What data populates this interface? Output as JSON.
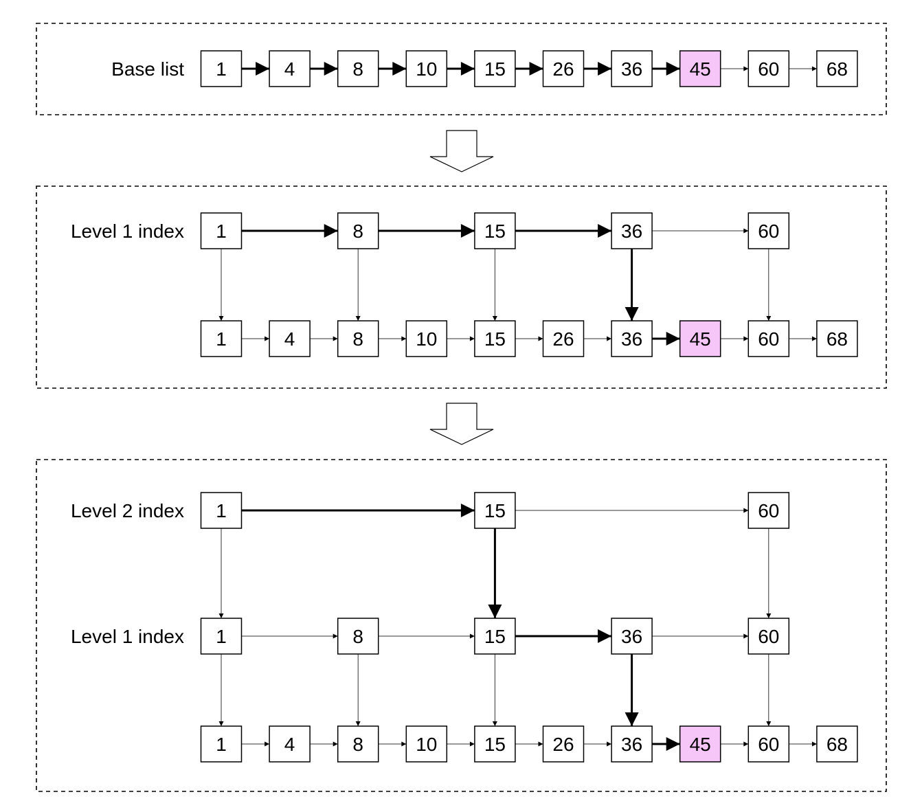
{
  "highlight_color": "#f5c6f7",
  "base_values": [
    "1",
    "4",
    "8",
    "10",
    "15",
    "26",
    "36",
    "45",
    "60",
    "68"
  ],
  "highlight_value": "45",
  "panels": [
    {
      "rows": [
        {
          "label": "Base list",
          "level": "base",
          "values": [
            "1",
            "4",
            "8",
            "10",
            "15",
            "26",
            "36",
            "45",
            "60",
            "68"
          ],
          "bold_edges": [
            [
              "1",
              "4"
            ],
            [
              "4",
              "8"
            ],
            [
              "8",
              "10"
            ],
            [
              "10",
              "15"
            ],
            [
              "15",
              "26"
            ],
            [
              "26",
              "36"
            ],
            [
              "36",
              "45"
            ]
          ]
        }
      ],
      "bold_down": []
    },
    {
      "rows": [
        {
          "label": "Level 1 index",
          "level": "l1",
          "values": [
            "1",
            "8",
            "15",
            "36",
            "60"
          ],
          "bold_edges": [
            [
              "1",
              "8"
            ],
            [
              "8",
              "15"
            ],
            [
              "15",
              "36"
            ]
          ]
        },
        {
          "label": "",
          "level": "base",
          "values": [
            "1",
            "4",
            "8",
            "10",
            "15",
            "26",
            "36",
            "45",
            "60",
            "68"
          ],
          "bold_edges": [
            [
              "36",
              "45"
            ]
          ]
        }
      ],
      "bold_down": [
        [
          "36",
          0
        ]
      ]
    },
    {
      "rows": [
        {
          "label": "Level 2 index",
          "level": "l2",
          "values": [
            "1",
            "15",
            "60"
          ],
          "bold_edges": [
            [
              "1",
              "15"
            ]
          ]
        },
        {
          "label": "Level 1 index",
          "level": "l1",
          "values": [
            "1",
            "8",
            "15",
            "36",
            "60"
          ],
          "bold_edges": [
            [
              "15",
              "36"
            ]
          ]
        },
        {
          "label": "",
          "level": "base",
          "values": [
            "1",
            "4",
            "8",
            "10",
            "15",
            "26",
            "36",
            "45",
            "60",
            "68"
          ],
          "bold_edges": [
            [
              "36",
              "45"
            ]
          ]
        }
      ],
      "bold_down": [
        [
          "15",
          0
        ],
        [
          "36",
          1
        ]
      ]
    }
  ]
}
